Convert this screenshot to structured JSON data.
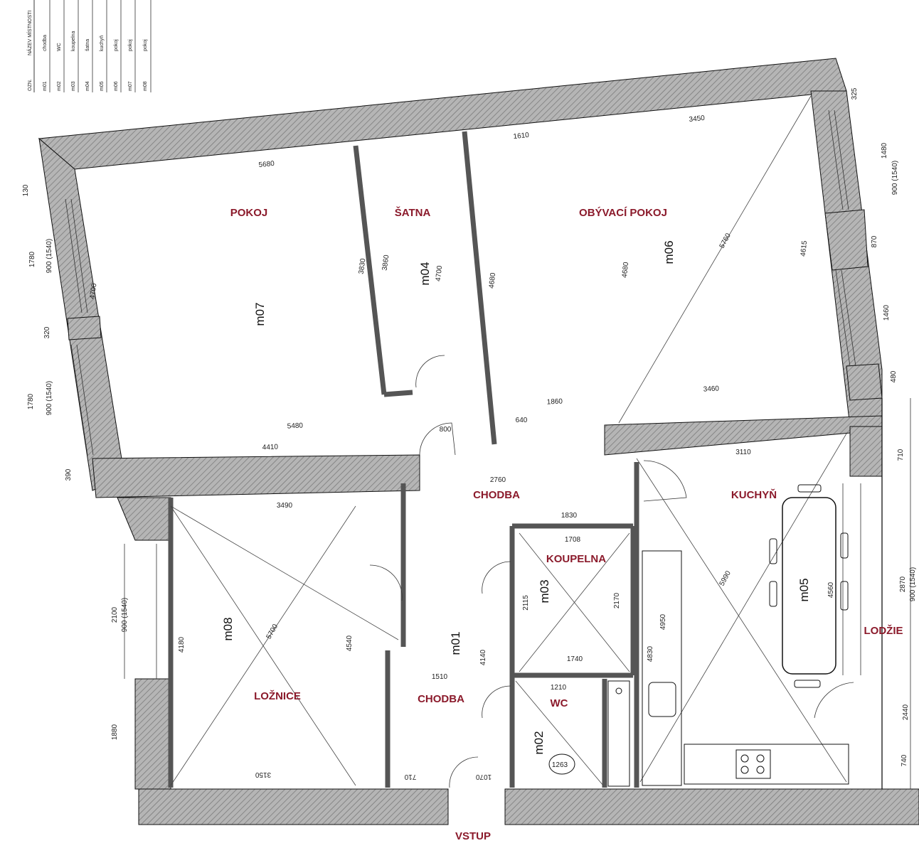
{
  "legend": {
    "headers": [
      "OZN.",
      "NÁZEV MÍSTNOSTI"
    ],
    "rows": [
      {
        "code": "m01",
        "name": "chodba"
      },
      {
        "code": "m02",
        "name": "WC"
      },
      {
        "code": "m03",
        "name": "koupelna"
      },
      {
        "code": "m04",
        "name": "šatna"
      },
      {
        "code": "m05",
        "name": "kuchyň"
      },
      {
        "code": "m06",
        "name": "pokoj"
      },
      {
        "code": "m07",
        "name": "pokoj"
      },
      {
        "code": "m08",
        "name": "pokoj"
      }
    ]
  },
  "rooms": {
    "pokoj": "POKOJ",
    "satna": "ŠATNA",
    "obyvaci": "OBÝVACÍ POKOJ",
    "chodba_top": "CHODBA",
    "kuchyn": "KUCHYŇ",
    "koupelna": "KOUPELNA",
    "loznice": "LOŽNICE",
    "chodba_bottom": "CHODBA",
    "wc": "WC",
    "lodzie": "LODŽIE",
    "vstup": "VSTUP"
  },
  "codes": {
    "m07": "m07",
    "m04": "m04",
    "m06": "m06",
    "m08": "m08",
    "m01": "m01",
    "m03": "m03",
    "m02": "m02",
    "m05": "m05"
  },
  "dimensions": [
    "5680",
    "1610",
    "3450",
    "5480",
    "4410",
    "2760",
    "3110",
    "3490",
    "1830",
    "1708",
    "1740",
    "1210",
    "1263",
    "3150",
    "1510",
    "710",
    "1070",
    "3460",
    "1860",
    "800",
    "640",
    "4700",
    "3830",
    "3860",
    "4700",
    "4680",
    "4680",
    "5760",
    "4615",
    "4180",
    "4540",
    "5700",
    "4140",
    "2115",
    "2170",
    "4950",
    "4830",
    "4560",
    "5990",
    "2100",
    "1880",
    "2870",
    "2440",
    "740",
    "710",
    "480",
    "1480",
    "1460",
    "870",
    "325",
    "1780",
    "320",
    "1780",
    "390",
    "130",
    "900 (1540)",
    "900 (1540)",
    "900 (1540)",
    "900 (1540)",
    "900 (1540)"
  ]
}
